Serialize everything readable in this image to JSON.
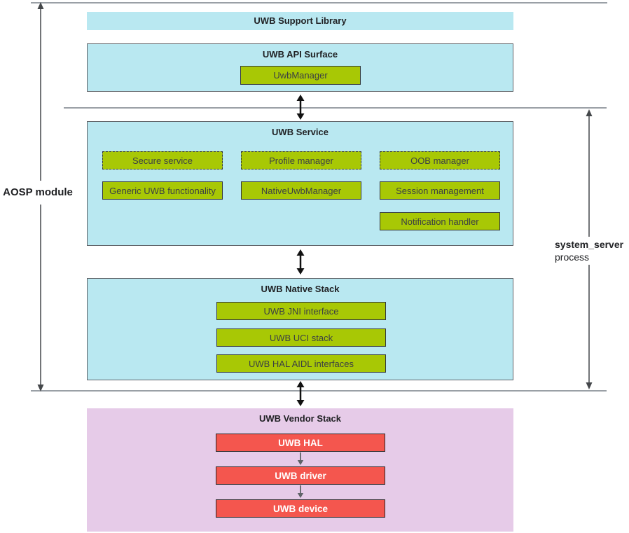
{
  "left_rail": {
    "label": "AOSP module"
  },
  "right_rail": {
    "label_bold": "system_server",
    "label_regular": "process"
  },
  "stack": {
    "support_library": {
      "title": "UWB Support Library"
    },
    "api_surface": {
      "title": "UWB API Surface",
      "items": [
        {
          "label": "UwbManager",
          "style": "solid"
        }
      ]
    },
    "uwb_service": {
      "title": "UWB Service",
      "items": [
        {
          "label": "Secure service",
          "style": "dashed"
        },
        {
          "label": "Profile manager",
          "style": "dashed"
        },
        {
          "label": "OOB manager",
          "style": "dashed"
        },
        {
          "label": "Generic UWB functionality",
          "style": "solid"
        },
        {
          "label": "NativeUwbManager",
          "style": "solid"
        },
        {
          "label": "Session management",
          "style": "solid"
        },
        {
          "label": "Notification handler",
          "style": "solid"
        }
      ]
    },
    "native_stack": {
      "title": "UWB Native Stack",
      "items": [
        {
          "label": "UWB JNI interface"
        },
        {
          "label": "UWB UCI stack"
        },
        {
          "label": "UWB HAL AIDL interfaces"
        }
      ]
    },
    "vendor_stack": {
      "title": "UWB Vendor Stack",
      "items": [
        {
          "label": "UWB HAL"
        },
        {
          "label": "UWB driver"
        },
        {
          "label": "UWB device"
        }
      ]
    }
  },
  "colors": {
    "layer_cyan": "#b9e8f1",
    "component_green": "#a8c805",
    "vendor_pink": "#e6cbe8",
    "vendor_red": "#f4564e",
    "boundary_line_gray": "#9aa0a6",
    "border_dark": "#33373a",
    "text_dark": "#202124",
    "arrow_black": "#111111",
    "arrow_gray": "#5f6368"
  }
}
